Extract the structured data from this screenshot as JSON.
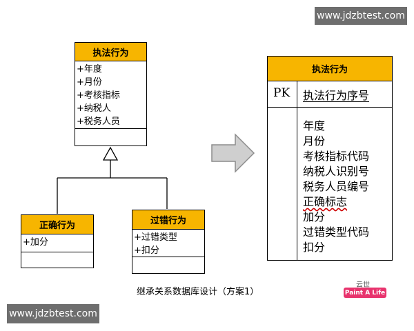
{
  "watermark_top": "www.jdzbtest.com",
  "watermark_bottom": "www.jdzbtest.com",
  "parent_class": {
    "name": "执法行为",
    "attributes": [
      "+年度",
      "+月份",
      "+考核指标",
      "+纳税人",
      "+税务人员"
    ]
  },
  "child_correct": {
    "name": "正确行为",
    "attributes": [
      "+加分"
    ]
  },
  "child_error": {
    "name": "过错行为",
    "attributes": [
      "+过错类型",
      "+扣分"
    ]
  },
  "table": {
    "name": "执法行为",
    "pk_label": "PK",
    "pk_field": "执法行为序号",
    "fields": [
      "年度",
      "月份",
      "考核指标代码",
      "纳税人识别号",
      "税务人员编号",
      "正确标志",
      "加分",
      "过错类型代码",
      "扣分"
    ]
  },
  "caption": "继承关系数据库设计（方案1）",
  "logo": {
    "text": "Paint A Life",
    "sub": "云世"
  },
  "colors": {
    "header": "#f7b500",
    "watermark_bg": "#6e6e6e",
    "arrow": "#c8c8c8"
  }
}
